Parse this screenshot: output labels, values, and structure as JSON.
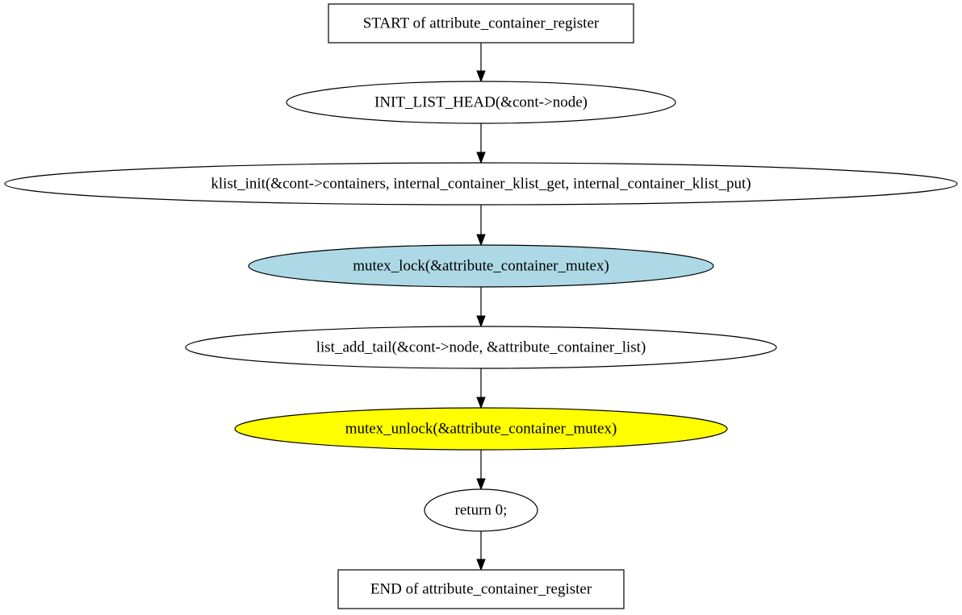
{
  "nodes": [
    {
      "id": "start",
      "shape": "box",
      "label": "START of attribute_container_register",
      "fill": "#ffffff"
    },
    {
      "id": "init_list_head",
      "shape": "ellipse",
      "label": "INIT_LIST_HEAD(&cont->node)",
      "fill": "#ffffff"
    },
    {
      "id": "klist_init",
      "shape": "ellipse",
      "label": "klist_init(&cont->containers, internal_container_klist_get, internal_container_klist_put)",
      "fill": "#ffffff"
    },
    {
      "id": "mutex_lock",
      "shape": "ellipse",
      "label": "mutex_lock(&attribute_container_mutex)",
      "fill": "#add8e6"
    },
    {
      "id": "list_add_tail",
      "shape": "ellipse",
      "label": "list_add_tail(&cont->node, &attribute_container_list)",
      "fill": "#ffffff"
    },
    {
      "id": "mutex_unlock",
      "shape": "ellipse",
      "label": "mutex_unlock(&attribute_container_mutex)",
      "fill": "#ffff00"
    },
    {
      "id": "return_zero",
      "shape": "ellipse",
      "label": "return 0;",
      "fill": "#ffffff"
    },
    {
      "id": "end",
      "shape": "box",
      "label": "END of attribute_container_register",
      "fill": "#ffffff"
    }
  ],
  "edges": [
    {
      "from": "start",
      "to": "init_list_head"
    },
    {
      "from": "init_list_head",
      "to": "klist_init"
    },
    {
      "from": "klist_init",
      "to": "mutex_lock"
    },
    {
      "from": "mutex_lock",
      "to": "list_add_tail"
    },
    {
      "from": "list_add_tail",
      "to": "mutex_unlock"
    },
    {
      "from": "mutex_unlock",
      "to": "return_zero"
    },
    {
      "from": "return_zero",
      "to": "end"
    }
  ]
}
